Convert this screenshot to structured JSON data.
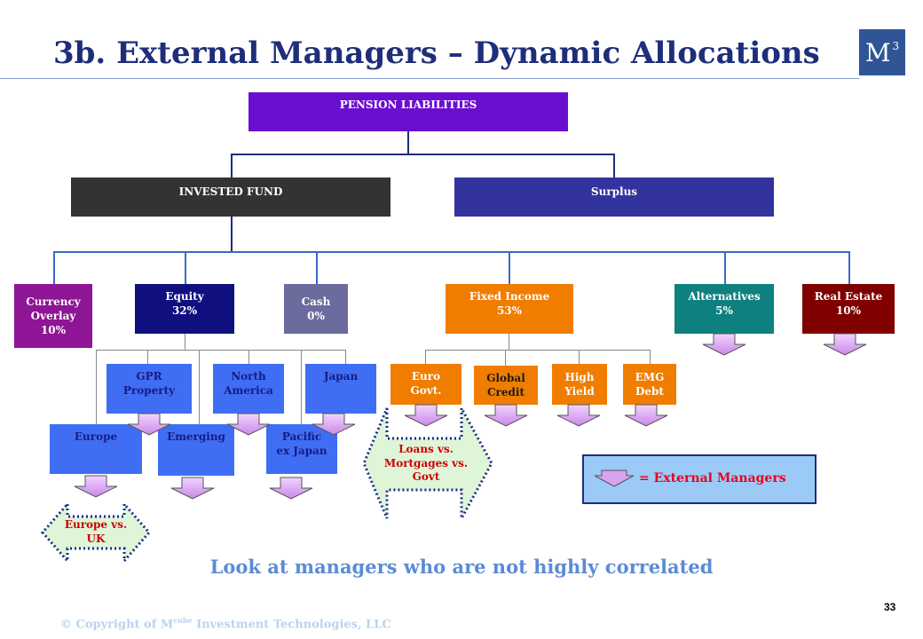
{
  "title": "3b. External Managers – Dynamic Allocations",
  "logo": {
    "letter": "M",
    "superscript": "3"
  },
  "colors": {
    "title": "#1f2e7a",
    "liabilities": "#6a0fcf",
    "invested_fund": "#333333",
    "surplus": "#3333a0",
    "currency": "#8e1596",
    "equity": "#0f0f80",
    "cash": "#6b6b9e",
    "fixed_income": "#f07d00",
    "alternatives": "#0f8080",
    "real_estate": "#800000",
    "equity_sub": "#3f6ef5",
    "fixed_sub": "#f07d00",
    "manager_arrow": "#d9a3f0",
    "dbl_arrow_fill": "#dff5d8",
    "dbl_arrow_border": "#1a2a8a",
    "dbl_arrow_text": "#cc0000"
  },
  "nodes": {
    "liabilities": "PENSION LIABILITIES",
    "invested_fund": "INVESTED FUND",
    "surplus": "Surplus",
    "currency": "Currency\nOverlay\n10%",
    "equity": "Equity\n32%",
    "cash": "Cash\n0%",
    "fixed_income": "Fixed Income\n53%",
    "alternatives": "Alternatives\n5%",
    "real_estate": "Real Estate\n10%",
    "gpr_property": "GPR\nProperty",
    "north_america": "North\nAmerica",
    "japan": "Japan",
    "europe": "Europe",
    "emerging": "Emerging",
    "pacific": "Pacific\nex Japan",
    "euro_govt": "Euro\nGovt.",
    "global_credit": "Global\nCredit",
    "high_yield": "High\nYield",
    "emg_debt": "EMG\nDebt"
  },
  "callouts": {
    "europe_uk": "Europe vs.\nUK",
    "loans": "Loans vs.\nMortgages vs.\nGovt"
  },
  "legend": {
    "label": "= External Managers",
    "icon": "manager-arrow-icon"
  },
  "slogan": "Look at managers who are not highly correlated",
  "page_number": "33",
  "copyright": {
    "prefix": "© Copyright of M",
    "sup": "cube",
    "suffix": " Investment Technologies, LLC"
  }
}
